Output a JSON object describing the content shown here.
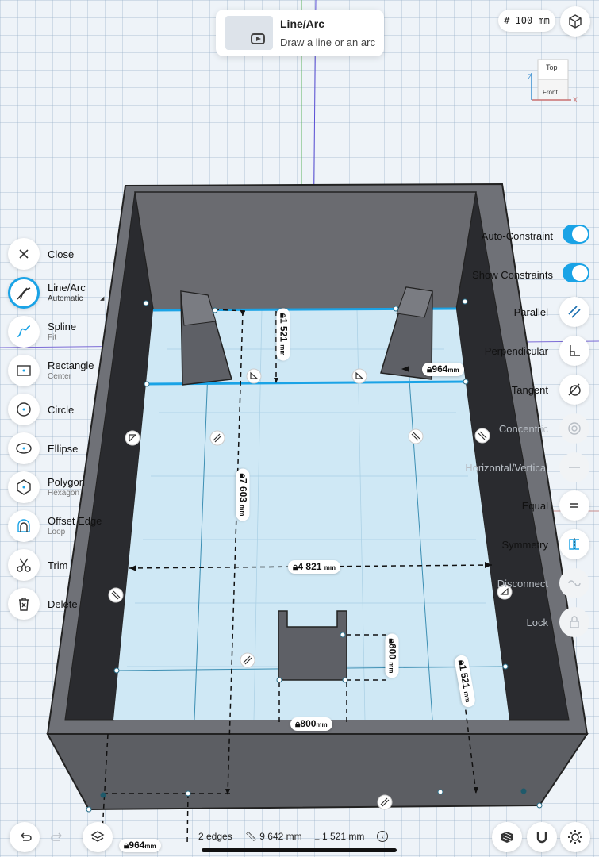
{
  "tooltip": {
    "title": "Line/Arc",
    "subtitle": "Draw a line or an arc"
  },
  "grid_size": "# 100 mm",
  "view_cube": {
    "top": "Top",
    "front": "Front",
    "axis_x": "X",
    "axis_z": "Z"
  },
  "tools": [
    {
      "label": "Close",
      "sub": "",
      "icon": "close-icon"
    },
    {
      "label": "Line/Arc",
      "sub": "Automatic",
      "icon": "line-arc-icon",
      "active": true
    },
    {
      "label": "Spline",
      "sub": "Fit",
      "icon": "spline-icon"
    },
    {
      "label": "Rectangle",
      "sub": "Center",
      "icon": "rectangle-icon"
    },
    {
      "label": "Circle",
      "sub": "",
      "icon": "circle-icon"
    },
    {
      "label": "Ellipse",
      "sub": "",
      "icon": "ellipse-icon"
    },
    {
      "label": "Polygon",
      "sub": "Hexagon",
      "icon": "polygon-icon"
    },
    {
      "label": "Offset Edge",
      "sub": "Loop",
      "icon": "offset-edge-icon"
    },
    {
      "label": "Trim",
      "sub": "",
      "icon": "trim-icon"
    },
    {
      "label": "Delete",
      "sub": "",
      "icon": "delete-icon"
    }
  ],
  "constraints": [
    {
      "label": "Auto-Constraint",
      "type": "toggle",
      "on": true
    },
    {
      "label": "Show Constraints",
      "type": "toggle",
      "on": true
    },
    {
      "label": "Parallel",
      "icon": "parallel-icon"
    },
    {
      "label": "Perpendicular",
      "icon": "perpendicular-icon"
    },
    {
      "label": "Tangent",
      "icon": "tangent-icon"
    },
    {
      "label": "Concentric",
      "icon": "concentric-icon",
      "disabled": true
    },
    {
      "label": "Horizontal/Vertical",
      "icon": "horizontal-vertical-icon",
      "disabled": true
    },
    {
      "label": "Equal",
      "icon": "equal-icon"
    },
    {
      "label": "Symmetry",
      "icon": "symmetry-icon"
    },
    {
      "label": "Disconnect",
      "icon": "disconnect-icon",
      "disabled": true
    },
    {
      "label": "Lock",
      "icon": "lock-icon",
      "disabled": true
    }
  ],
  "dimensions": {
    "top_depth": {
      "value": "1 521",
      "unit": "mm"
    },
    "right_offset": {
      "value": "964",
      "unit": "mm"
    },
    "long_depth": {
      "value": "7 603",
      "unit": "mm"
    },
    "width": {
      "value": "4 821",
      "unit": "mm"
    },
    "notch_depth": {
      "value": "600",
      "unit": "mm"
    },
    "bottom_depth": {
      "value": "1 521",
      "unit": "mm"
    },
    "notch_width": {
      "value": "800",
      "unit": "mm"
    },
    "bottom_offset": {
      "value": "964",
      "unit": "mm"
    }
  },
  "status": {
    "edges": "2 edges",
    "length": "9 642 mm",
    "perp": "1 521 mm"
  },
  "colors": {
    "accent": "#1aa3e6",
    "box_outer": "#6f7177",
    "box_wall": "#2e2f33",
    "floor": "#cfe8f5"
  }
}
